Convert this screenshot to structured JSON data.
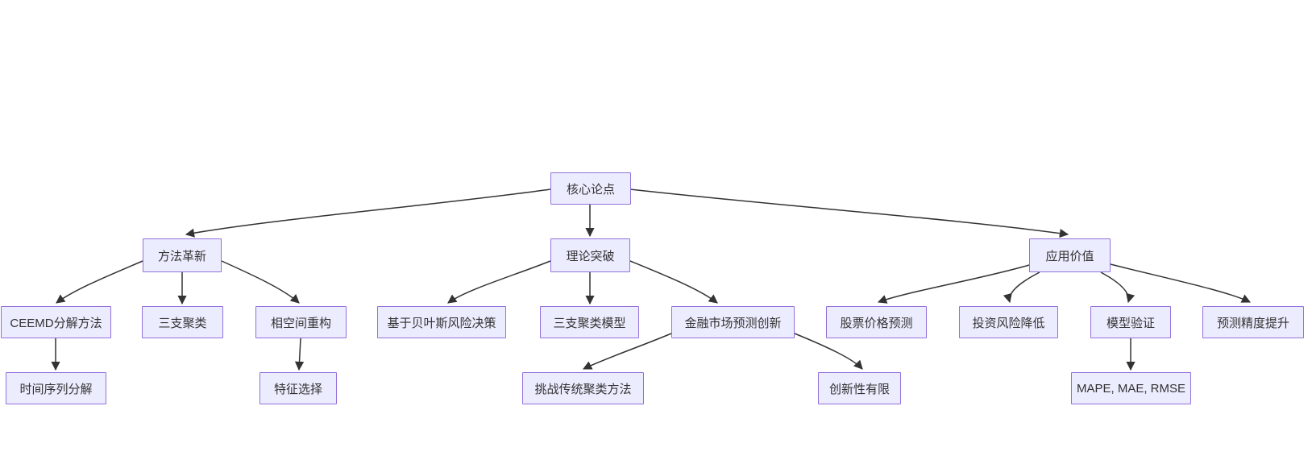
{
  "diagram": {
    "type": "flowchart",
    "background_color": "#ffffff",
    "node_fill": "#ececff",
    "node_border": "#9370db",
    "edge_color": "#333333",
    "text_color": "#333333",
    "nodes": [
      {
        "id": "core",
        "label": "核心论点",
        "level": 0
      },
      {
        "id": "method-innovation",
        "label": "方法革新",
        "level": 1
      },
      {
        "id": "theory-breakthrough",
        "label": "理论突破",
        "level": 1
      },
      {
        "id": "application-value",
        "label": "应用价值",
        "level": 1
      },
      {
        "id": "ceemd",
        "label": "CEEMD分解方法",
        "level": 2
      },
      {
        "id": "three-way-clustering",
        "label": "三支聚类",
        "level": 2
      },
      {
        "id": "phase-space",
        "label": "相空间重构",
        "level": 2
      },
      {
        "id": "bayes-risk",
        "label": "基于贝叶斯风险决策",
        "level": 2
      },
      {
        "id": "three-way-model",
        "label": "三支聚类模型",
        "level": 2
      },
      {
        "id": "finance-forecast",
        "label": "金融市场预测创新",
        "level": 2
      },
      {
        "id": "stock-price",
        "label": "股票价格预测",
        "level": 2
      },
      {
        "id": "investment-risk",
        "label": "投资风险降低",
        "level": 2
      },
      {
        "id": "model-validation",
        "label": "模型验证",
        "level": 2
      },
      {
        "id": "forecast-precision",
        "label": "预测精度提升",
        "level": 2
      },
      {
        "id": "time-series",
        "label": "时间序列分解",
        "level": 3
      },
      {
        "id": "feature-selection",
        "label": "特征选择",
        "level": 3
      },
      {
        "id": "challenge-clustering",
        "label": "挑战传统聚类方法",
        "level": 3
      },
      {
        "id": "limited-innovation",
        "label": "创新性有限",
        "level": 3
      },
      {
        "id": "metrics",
        "label": "MAPE, MAE, RMSE",
        "level": 3
      }
    ],
    "edges": [
      {
        "from": "core",
        "to": "method-innovation"
      },
      {
        "from": "core",
        "to": "theory-breakthrough"
      },
      {
        "from": "core",
        "to": "application-value"
      },
      {
        "from": "method-innovation",
        "to": "ceemd"
      },
      {
        "from": "method-innovation",
        "to": "three-way-clustering"
      },
      {
        "from": "method-innovation",
        "to": "phase-space"
      },
      {
        "from": "theory-breakthrough",
        "to": "bayes-risk"
      },
      {
        "from": "theory-breakthrough",
        "to": "three-way-model"
      },
      {
        "from": "theory-breakthrough",
        "to": "finance-forecast"
      },
      {
        "from": "application-value",
        "to": "stock-price"
      },
      {
        "from": "application-value",
        "to": "investment-risk"
      },
      {
        "from": "application-value",
        "to": "model-validation"
      },
      {
        "from": "application-value",
        "to": "forecast-precision"
      },
      {
        "from": "ceemd",
        "to": "time-series"
      },
      {
        "from": "phase-space",
        "to": "feature-selection"
      },
      {
        "from": "finance-forecast",
        "to": "challenge-clustering"
      },
      {
        "from": "finance-forecast",
        "to": "limited-innovation"
      },
      {
        "from": "model-validation",
        "to": "metrics"
      }
    ]
  }
}
